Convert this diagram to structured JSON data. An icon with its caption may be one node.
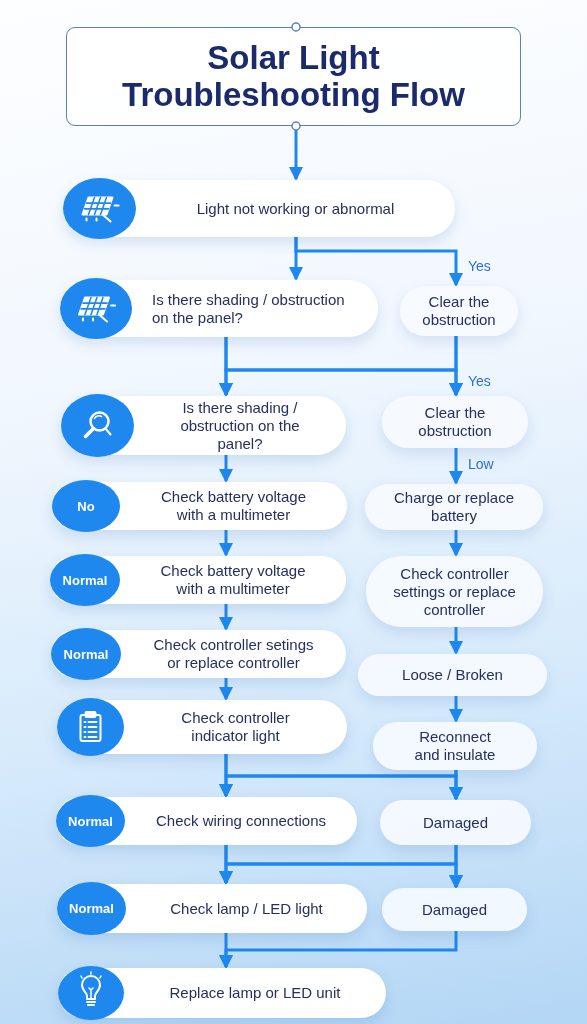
{
  "diagram": {
    "nodes": [
      {
        "text": [
          "Solar Light Troubleshooting Flow"
        ]
      },
      {
        "text": [
          "Light not working or abnormal"
        ]
      },
      {
        "text": [
          "Is there shading / obstruction on the panel?"
        ]
      },
      {
        "text": [
          "Clear the obstruction"
        ]
      },
      {
        "text": [
          "Is there shading / obstruction on the panel?"
        ]
      },
      {
        "text": [
          "Clear the obstruction"
        ]
      },
      {
        "text": [
          "No",
          "Check battery voltage with a multimeter"
        ]
      },
      {
        "text": [
          "Charge or replace battery"
        ]
      },
      {
        "text": [
          "Normal",
          "Check battery voltage with a multimeter"
        ]
      },
      {
        "text": [
          "Check controller settings or replace controller"
        ]
      },
      {
        "text": [
          "Normal",
          "Check controller setings or replace controller"
        ]
      },
      {
        "text": [
          "Loose / Broken"
        ]
      },
      {
        "text": [
          "Check controller indicator light"
        ]
      },
      {
        "text": [
          "Reconnect and insulate"
        ]
      },
      {
        "text": [
          "Normal",
          "Check wiring connections"
        ]
      },
      {
        "text": [
          "Damaged"
        ]
      },
      {
        "text": [
          "Normal",
          "Check lamp / LED light"
        ]
      },
      {
        "text": [
          "Damaged"
        ]
      },
      {
        "text": [
          "Replace lamp or LED unit"
        ]
      }
    ],
    "edges": [
      {
        "from": 0,
        "to": 1,
        "arrow": "to"
      },
      {
        "from": 1,
        "to": 2,
        "arrow": "to"
      },
      {
        "from": 1,
        "to": 3,
        "arrow": "to",
        "label": "Yes"
      },
      {
        "from": 2,
        "to": 4,
        "arrow": "to"
      },
      {
        "from": 2,
        "to": 5,
        "arrow": "to",
        "label": "Yes"
      },
      {
        "from": 3,
        "to": 4,
        "arrow": "to"
      },
      {
        "from": 3,
        "to": 5,
        "arrow": "to"
      },
      {
        "from": 4,
        "to": 6,
        "arrow": "to"
      },
      {
        "from": 5,
        "to": 7,
        "arrow": "to",
        "label": "Low"
      },
      {
        "from": 6,
        "to": 8,
        "arrow": "to"
      },
      {
        "from": 7,
        "to": 9,
        "arrow": "to"
      },
      {
        "from": 8,
        "to": 10,
        "arrow": "to"
      },
      {
        "from": 9,
        "to": 11,
        "arrow": "to"
      },
      {
        "from": 10,
        "to": 12,
        "arrow": "to"
      },
      {
        "from": 11,
        "to": 13,
        "arrow": "to"
      },
      {
        "from": 12,
        "to": 14,
        "arrow": "to"
      },
      {
        "from": 12,
        "to": 15,
        "arrow": "to"
      },
      {
        "from": 13,
        "to": 14,
        "arrow": "to"
      },
      {
        "from": 13,
        "to": 15,
        "arrow": "to"
      },
      {
        "from": 14,
        "to": 16,
        "arrow": "to"
      },
      {
        "from": 14,
        "to": 17,
        "arrow": "to"
      },
      {
        "from": 15,
        "to": 16,
        "arrow": "to"
      },
      {
        "from": 15,
        "to": 17,
        "arrow": "to"
      },
      {
        "from": 16,
        "to": 18,
        "arrow": "to"
      },
      {
        "from": 17,
        "to": 18,
        "arrow": "to"
      }
    ]
  }
}
